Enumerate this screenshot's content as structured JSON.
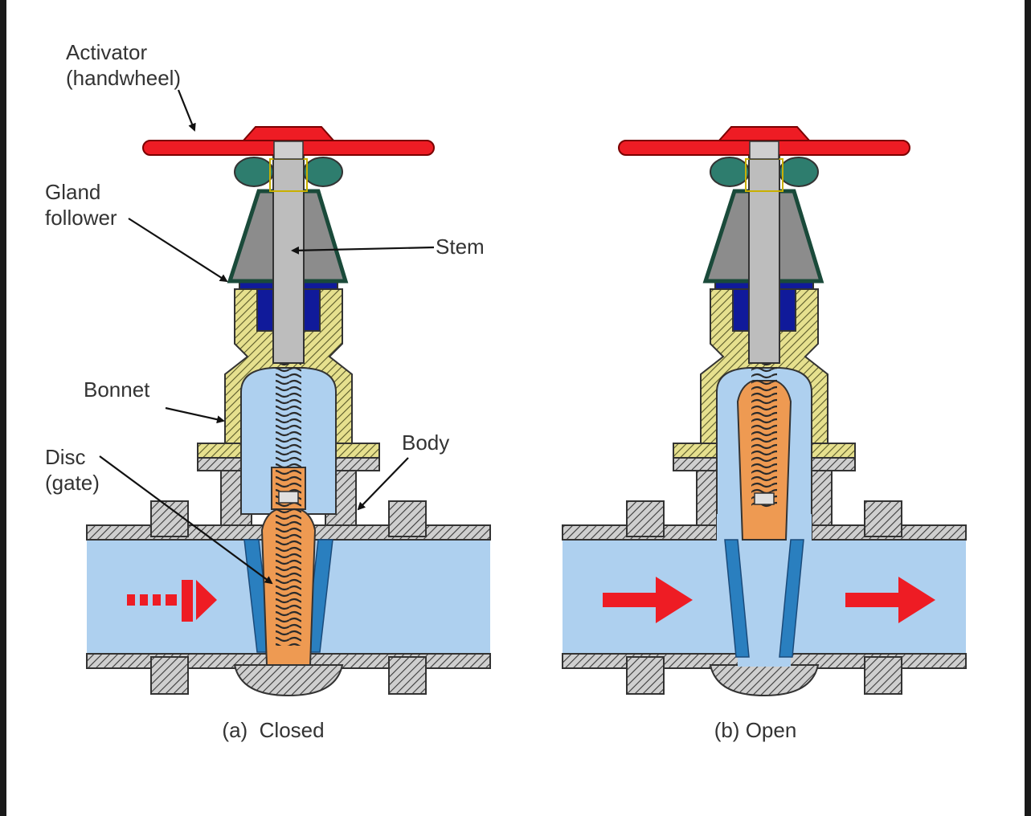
{
  "labels": {
    "activator_line1": "Activator",
    "activator_line2": "(handwheel)",
    "gland_line1": "Gland",
    "gland_line2": "follower",
    "stem": "Stem",
    "bonnet": "Bonnet",
    "body": "Body",
    "disc_line1": "Disc",
    "disc_line2": "(gate)"
  },
  "captions": {
    "closed": "(a)  Closed",
    "open": "(b) Open"
  },
  "states": {
    "closed": "closed",
    "open": "open"
  },
  "colors": {
    "handwheel": "#ee1c24",
    "gland_nut": "#2e7d6e",
    "gland_follower": "#8c8c8c",
    "packing": "#101a9a",
    "bonnet_hatch": "#d8d27a",
    "body_hatch": "#c4c4c4",
    "fluid": "#aed0ef",
    "disc": "#ee9a52",
    "seat": "#2a7fbf",
    "stem": "#bdbdbd",
    "flow_arrow": "#ee1c24"
  }
}
